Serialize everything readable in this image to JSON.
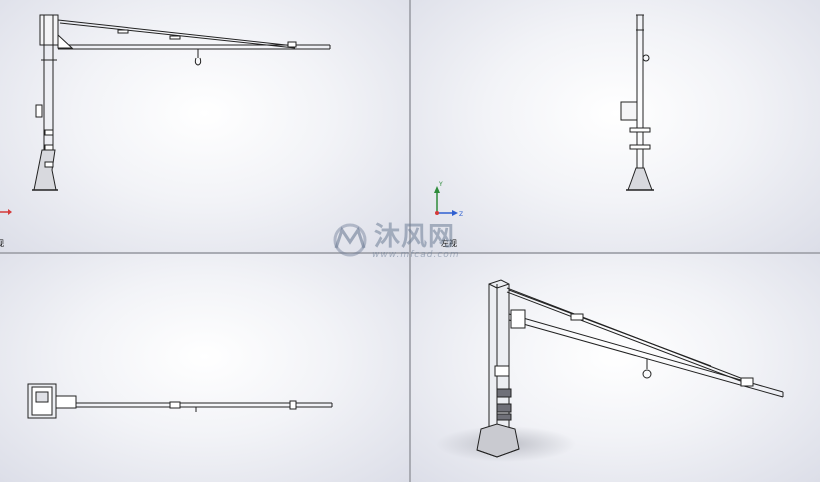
{
  "viewports": {
    "front": {
      "label": "视"
    },
    "side": {
      "label": "左视"
    }
  },
  "axis_triad": {
    "y_label": "Y",
    "z_label": "Z"
  },
  "watermark": {
    "text": "沐风网",
    "url": "www.mfcad.com"
  },
  "colors": {
    "viewport_background": "#e3e5ee",
    "line": "#222222",
    "divider": "#a9abb3",
    "axis_x": "#d43a3a",
    "axis_y": "#2e8b3a",
    "axis_z": "#2f5fd0",
    "watermark": "#6e7d96"
  }
}
